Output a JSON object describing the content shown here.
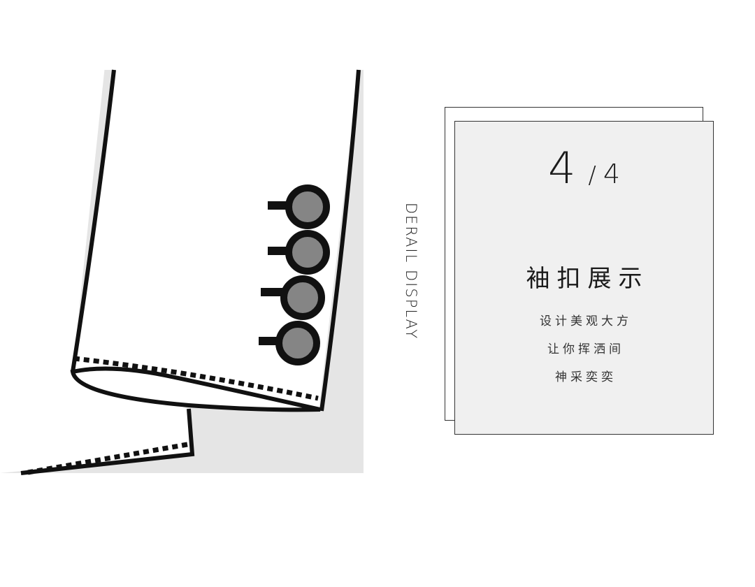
{
  "side_label": "DERAIL DISPLAY",
  "card": {
    "current_page": "4",
    "separator": "/",
    "total_pages": "4",
    "title": "袖扣展示",
    "lines": [
      "设计美观大方",
      "让你挥洒间",
      "神采奕奕"
    ]
  },
  "illustration": {
    "subject": "sleeve-cuff-with-four-buttons",
    "button_count": 4,
    "colors": {
      "outline": "#111111",
      "button_fill": "#858585",
      "backdrop": "#e5e5e5"
    }
  }
}
